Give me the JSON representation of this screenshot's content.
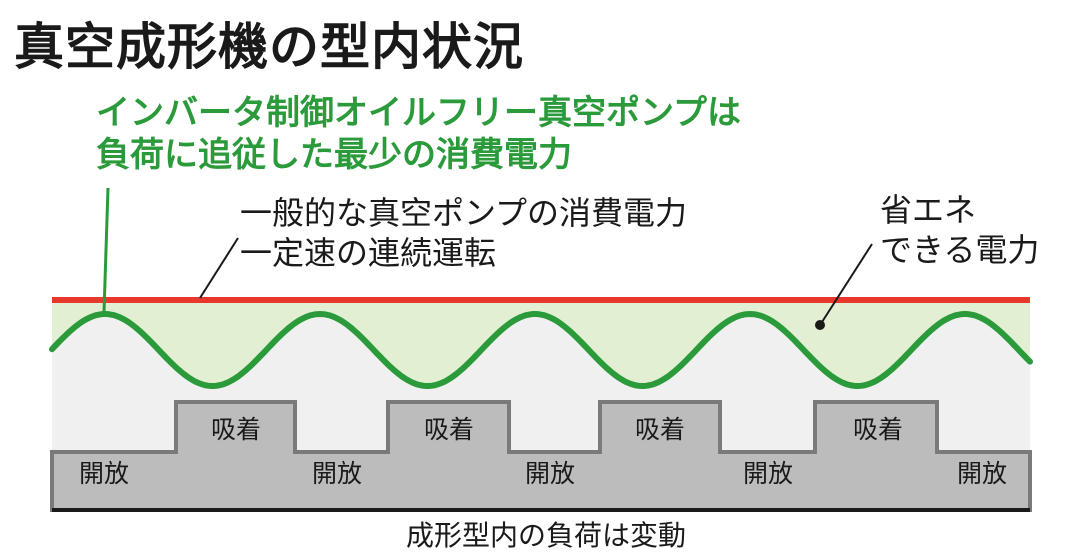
{
  "title": "真空成形機の型内状況",
  "inverter_note": [
    "インバータ制御オイルフリー真空ポンプは",
    "負荷に追従した最少の消費電力"
  ],
  "general_note": [
    "一般的な真空ポンプの消費電力",
    "一定速の連続運転"
  ],
  "saving_note": [
    "省エネ",
    "できる電力"
  ],
  "stage_labels": {
    "suction": "吸着",
    "open": "開放"
  },
  "stages": [
    "開放",
    "吸着",
    "開放",
    "吸着",
    "開放",
    "吸着",
    "開放",
    "吸着",
    "開放"
  ],
  "bottom_caption": "成形型内の負荷は変動",
  "colors": {
    "constant_power_line": "#e8372b",
    "inverter_curve": "#2a9a3a",
    "energy_saving_fill": "#e3efd2",
    "background_band": "#f0f0f0",
    "load_block": "#bcbcbc",
    "load_outline": "#7a7a7a",
    "base_line": "#1a1a1a",
    "title_text": "#1a1a1a"
  }
}
